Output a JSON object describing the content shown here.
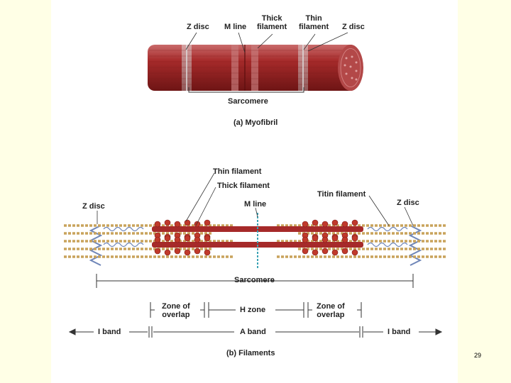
{
  "myofibril": {
    "labels": {
      "z_disc_left": "Z disc",
      "m_line": "M line",
      "thick_filament": "Thick\nfilament",
      "thin_filament": "Thin\nfilament",
      "z_disc_right": "Z disc",
      "sarcomere": "Sarcomere"
    },
    "caption": "(a) Myofibril"
  },
  "filaments": {
    "labels": {
      "thin_filament": "Thin filament",
      "thick_filament": "Thick filament",
      "titin_filament": "Titin filament",
      "z_disc_left": "Z disc",
      "m_line": "M line",
      "z_disc_right": "Z disc",
      "sarcomere": "Sarcomere",
      "zone_of_overlap_left": "Zone of\noverlap",
      "h_zone": "H zone",
      "zone_of_overlap_right": "Zone of\noverlap",
      "i_band_left": "I band",
      "a_band": "A band",
      "i_band_right": "I band"
    },
    "caption": "(b) Filaments"
  },
  "page_number": "29",
  "colors": {
    "background": "#ffffe6",
    "muscle_red": "#a62a2a",
    "filament_tan": "#c9a35c",
    "titin_blue": "#6f86b8",
    "m_line_teal": "#3aa3b5"
  }
}
